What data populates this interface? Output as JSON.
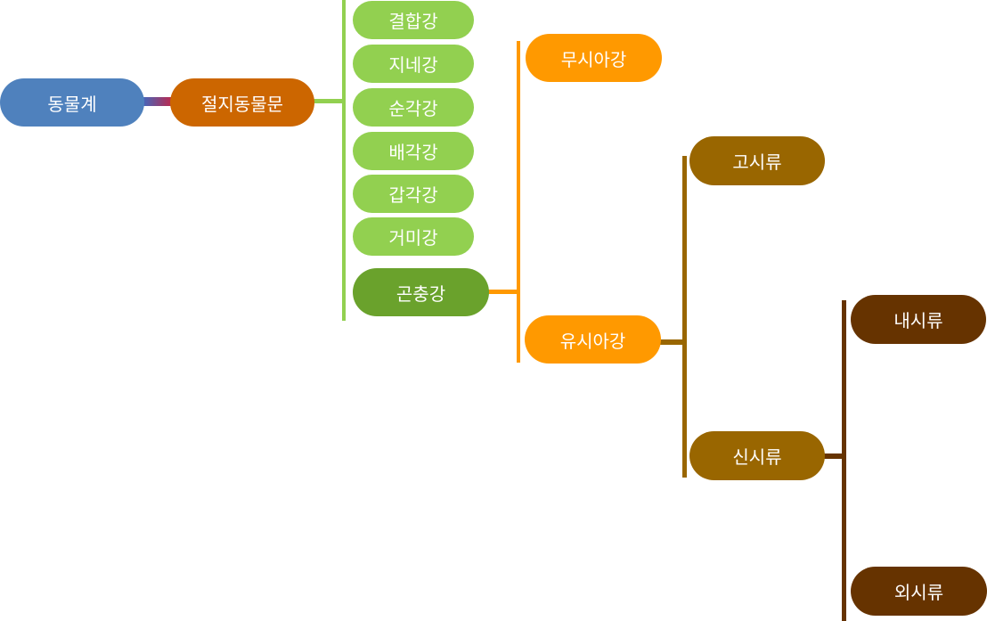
{
  "colors": {
    "root": "#4f81bd",
    "phylum": "#cc6600",
    "class": "#92d050",
    "class_selected": "#6aa22c",
    "subclass": "#ff9900",
    "superorder": "#996600",
    "order": "#663300",
    "root_connector_gradient": [
      "#3b6cc4",
      "#c0264a"
    ]
  },
  "tree": {
    "root": {
      "label": "동물계"
    },
    "phylum": {
      "label": "절지동물문"
    },
    "classes": [
      {
        "label": "결합강"
      },
      {
        "label": "지네강"
      },
      {
        "label": "순각강"
      },
      {
        "label": "배각강"
      },
      {
        "label": "갑각강"
      },
      {
        "label": "거미강"
      },
      {
        "label": "곤충강"
      }
    ],
    "subclasses": [
      {
        "label": "무시아강"
      },
      {
        "label": "유시아강"
      }
    ],
    "superorders": [
      {
        "label": "고시류"
      },
      {
        "label": "신시류"
      }
    ],
    "orders": [
      {
        "label": "내시류"
      },
      {
        "label": "외시류"
      }
    ]
  }
}
